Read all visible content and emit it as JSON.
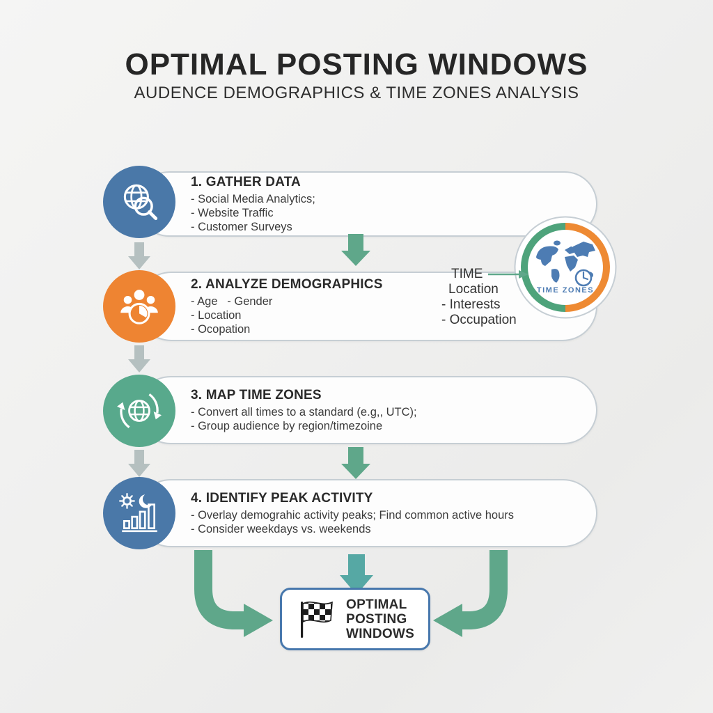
{
  "header": {
    "title": "OPTIMAL POSTING WINDOWS",
    "subtitle": "AUDENCE DEMOGRAPHICS & TIME ZONES ANALYSIS"
  },
  "steps": [
    {
      "title": "1. GATHER DATA",
      "bullets": [
        "- Social Media Analytics;",
        "- Website Traffic",
        "- Customer Surveys"
      ],
      "icon": "globe-magnifier-icon"
    },
    {
      "title": "2. ANALYZE DEMOGRAPHICS",
      "bullets": [
        "- Age   - Gender",
        "- Location",
        "- Ocopation"
      ],
      "icon": "people-clock-icon"
    },
    {
      "title": "3. MAP TIME ZONES",
      "bullets": [
        "- Convert all times to a standard (e.g,, UTC);",
        "- Group audience by region/timezoine"
      ],
      "icon": "globe-sync-icon"
    },
    {
      "title": "4. IDENTIFY PEAK ACTIVITY",
      "bullets": [
        "- Overlay demograhic activity peaks; Find common active hours",
        "- Consider weekdays vs. weekends"
      ],
      "icon": "sun-moon-chart-icon"
    }
  ],
  "side_note": {
    "label": "TIME",
    "lines": [
      "Location",
      "- Interests",
      "- Occupation"
    ]
  },
  "timezones_badge": {
    "label": "TIME ZONES",
    "icons": [
      "world-map-icon",
      "clock-icon"
    ]
  },
  "result": {
    "lines": [
      "OPTIMAL",
      "POSTING",
      "WINDOWS"
    ],
    "icon": "checkered-flag-icon"
  },
  "colors": {
    "step1_color": "#4a78a8",
    "step2_color": "#ee8432",
    "step3_color": "#58a98c",
    "step4_color": "#4a78a8",
    "accent_green": "#5fa78a",
    "accent_teal": "#56a8a4",
    "muted_arrow": "#b5c0c0",
    "ring_green": "#4ea37b",
    "ring_orange": "#ee8a33",
    "map_blue": "#4d7cb3",
    "box_border": "#4878ad",
    "pill_border": "#c6ced4"
  }
}
